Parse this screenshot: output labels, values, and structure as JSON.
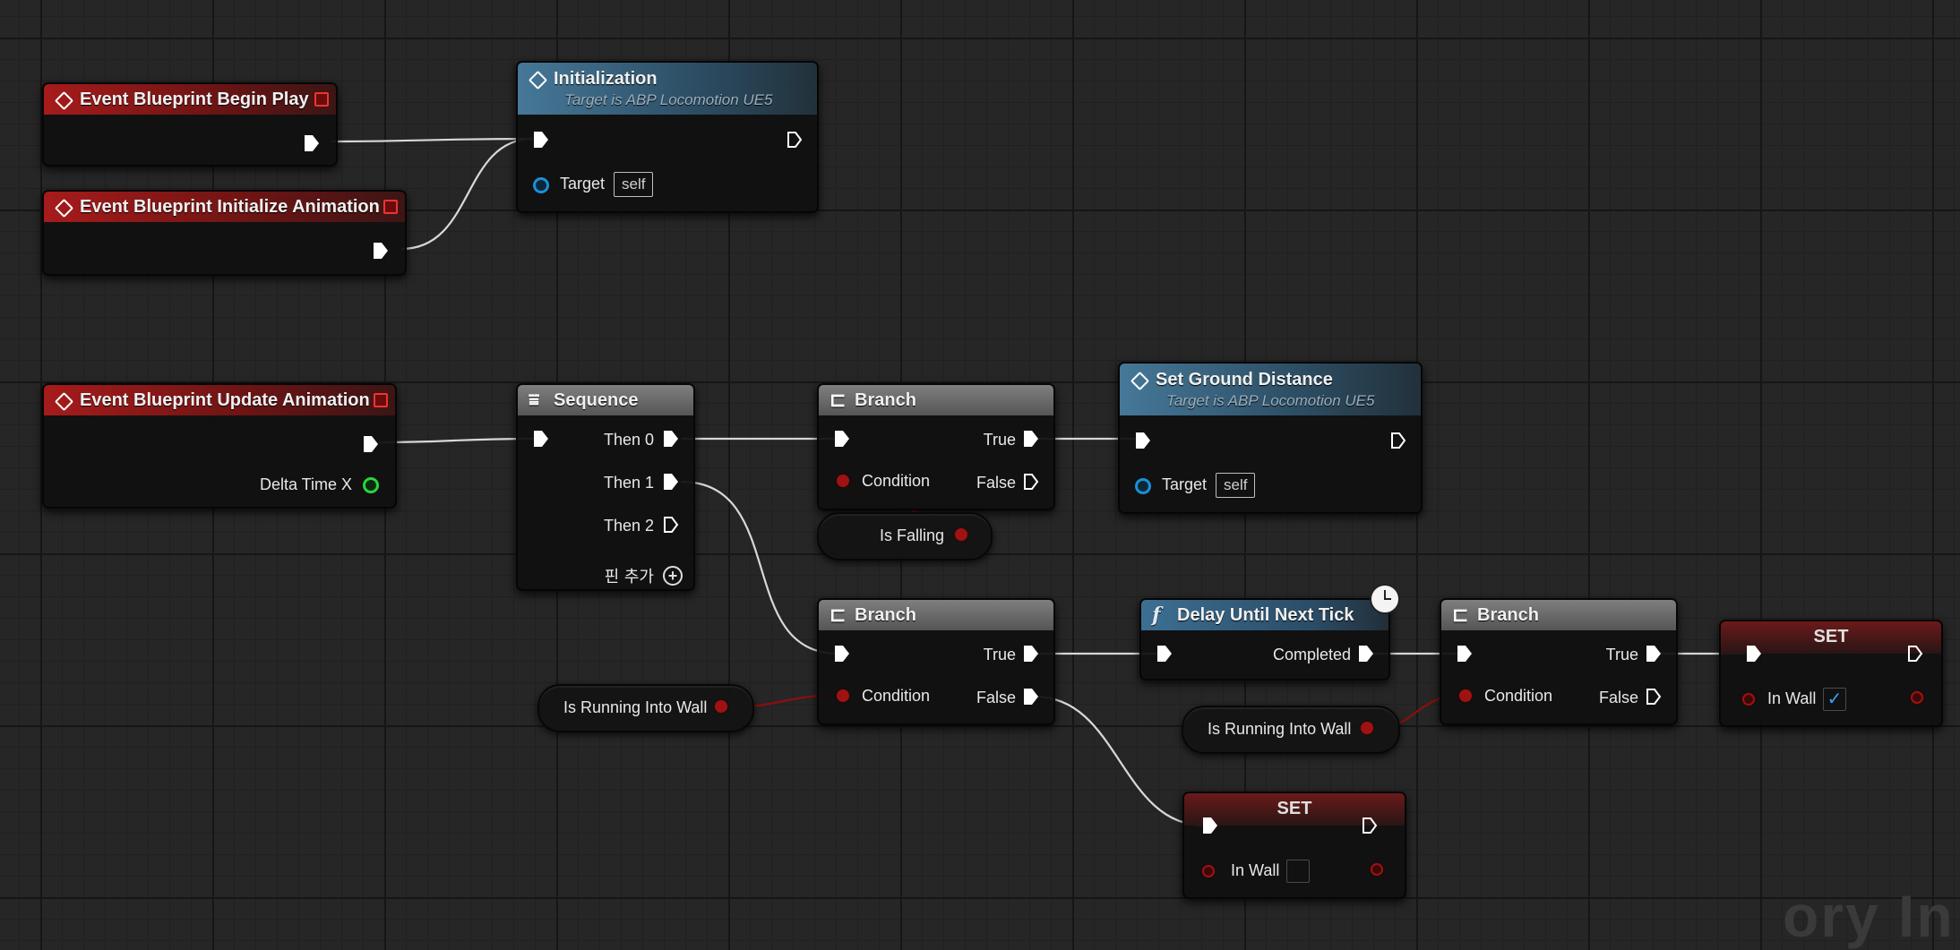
{
  "nodes": {
    "begin_play": {
      "title": "Event Blueprint Begin Play"
    },
    "init_anim": {
      "title": "Event Blueprint Initialize Animation"
    },
    "initialization": {
      "title": "Initialization",
      "subtitle": "Target is ABP Locomotion UE5",
      "target_label": "Target",
      "target_value": "self"
    },
    "update_anim": {
      "title": "Event Blueprint Update Animation",
      "delta_label": "Delta Time X"
    },
    "sequence": {
      "title": "Sequence",
      "then0": "Then 0",
      "then1": "Then 1",
      "then2": "Then 2",
      "add_pin": "핀 추가"
    },
    "branch1": {
      "title": "Branch",
      "true_label": "True",
      "false_label": "False",
      "condition_label": "Condition"
    },
    "set_ground": {
      "title": "Set Ground Distance",
      "subtitle": "Target is ABP Locomotion UE5",
      "target_label": "Target",
      "target_value": "self"
    },
    "is_falling": {
      "label": "Is Falling"
    },
    "branch2": {
      "title": "Branch",
      "true_label": "True",
      "false_label": "False",
      "condition_label": "Condition"
    },
    "is_running_1": {
      "label": "Is Running Into Wall"
    },
    "delay": {
      "title": "Delay Until Next Tick",
      "completed_label": "Completed"
    },
    "branch3": {
      "title": "Branch",
      "true_label": "True",
      "false_label": "False",
      "condition_label": "Condition"
    },
    "is_running_2": {
      "label": "Is Running Into Wall"
    },
    "set_true": {
      "title": "SET",
      "var_label": "In Wall",
      "checked": true
    },
    "set_false": {
      "title": "SET",
      "var_label": "In Wall",
      "checked": false
    }
  },
  "icons": {
    "event": "diamond-icon",
    "function": "diamond-icon",
    "branch": "branch-icon",
    "sequence": "sequence-icon",
    "delay": "function-icon",
    "latent": "clock-icon"
  },
  "colors": {
    "exec_wire": "#d8d8d8",
    "bool_wire": "#8c0f0f",
    "event_header": "#a71b1b",
    "function_header": "#467899",
    "object_pin": "#1c8fd6",
    "float_pin": "#2ad43a",
    "bool_pin": "#a01212"
  },
  "watermark": "ory In"
}
